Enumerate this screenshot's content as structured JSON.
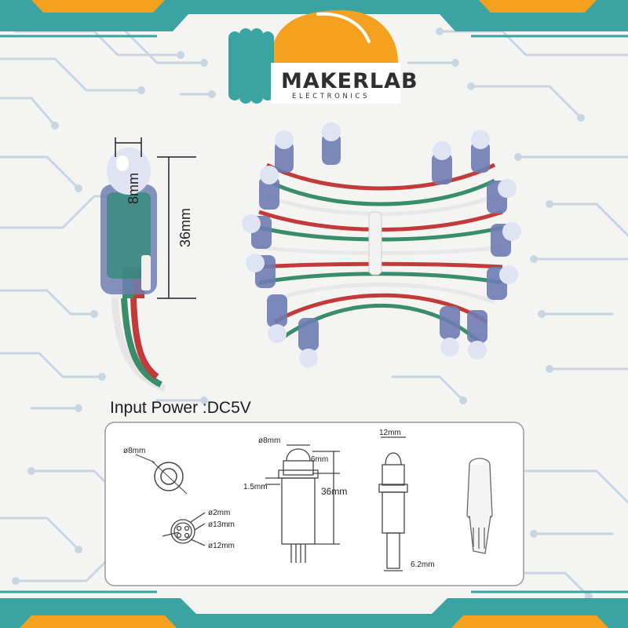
{
  "brand": {
    "name": "MAKERLAB",
    "subtitle": "ELECTRONICS"
  },
  "product": {
    "power_label": "Input Power :DC5V",
    "photo_dimensions": {
      "top": "8mm",
      "height": "36mm"
    }
  },
  "drawing": {
    "top_view_dia": "ø8mm",
    "bottom_view": {
      "pin": "ø2mm",
      "outer": "ø13mm",
      "inner": "ø12mm"
    },
    "side_view": {
      "dia": "ø8mm",
      "dome": "6mm",
      "flange": "1.5mm",
      "height": "36mm"
    },
    "front_view": {
      "width": "12mm",
      "lead": "6.2mm"
    }
  },
  "colors": {
    "teal": "#3aa4a3",
    "orange": "#f4a11f",
    "circuit": "#c9d5e0",
    "wire_red": "#c33a3a",
    "wire_green": "#3a8d6a"
  }
}
